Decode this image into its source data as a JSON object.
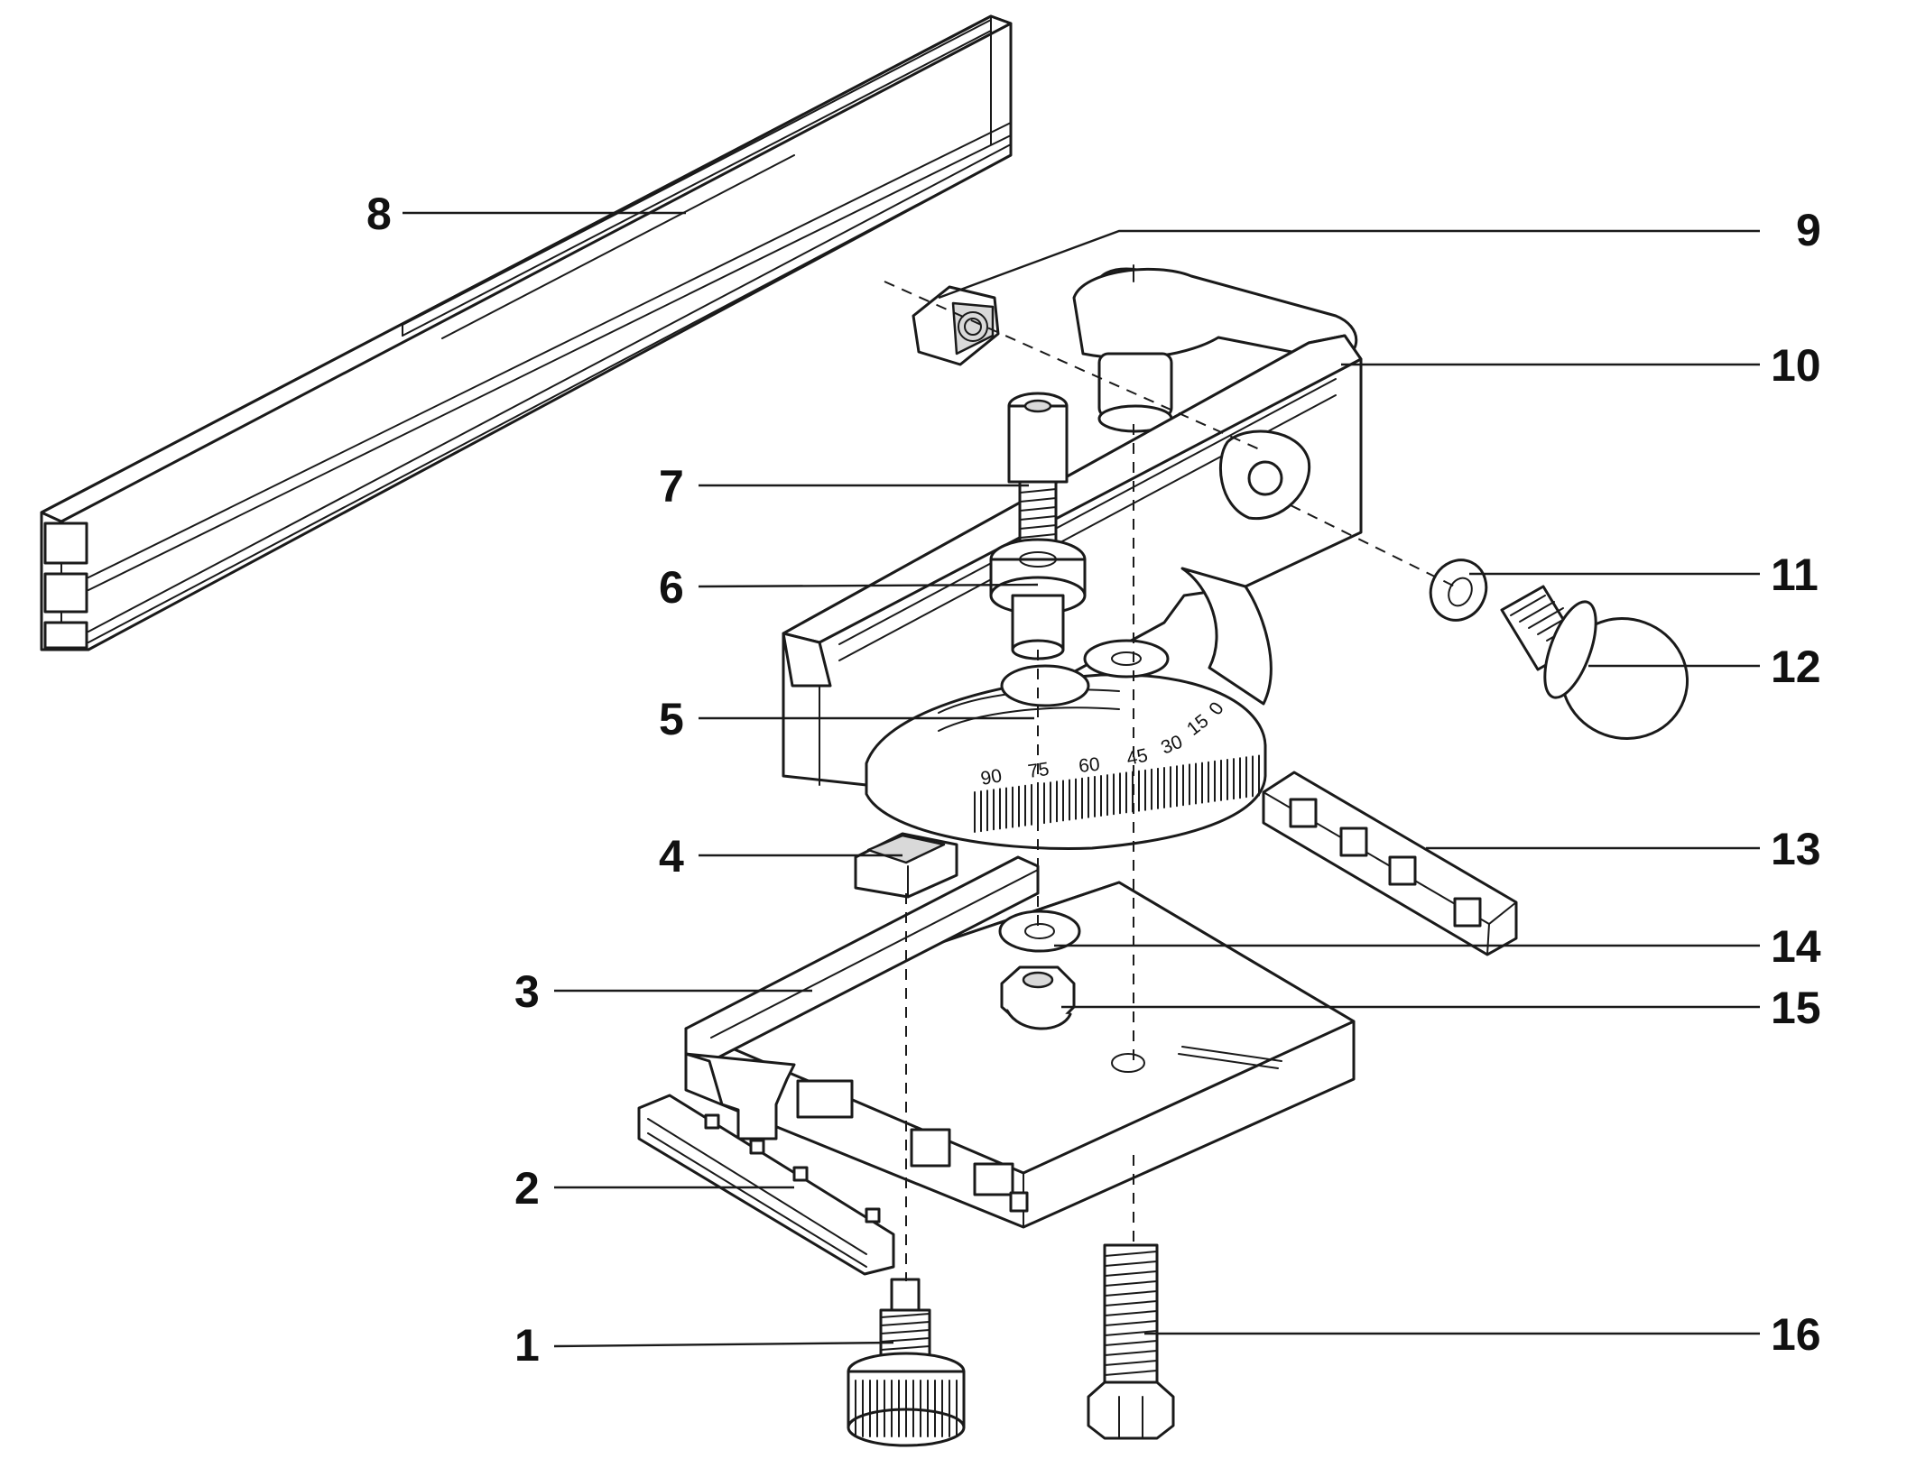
{
  "callouts": [
    {
      "id": "c1",
      "label": "1"
    },
    {
      "id": "c2",
      "label": "2"
    },
    {
      "id": "c3",
      "label": "3"
    },
    {
      "id": "c4",
      "label": "4"
    },
    {
      "id": "c5",
      "label": "5"
    },
    {
      "id": "c6",
      "label": "6"
    },
    {
      "id": "c7",
      "label": "7"
    },
    {
      "id": "c8",
      "label": "8"
    },
    {
      "id": "c9",
      "label": "9"
    },
    {
      "id": "c10",
      "label": "10"
    },
    {
      "id": "c11",
      "label": "11"
    },
    {
      "id": "c12",
      "label": "12"
    },
    {
      "id": "c13",
      "label": "13"
    },
    {
      "id": "c14",
      "label": "14"
    },
    {
      "id": "c15",
      "label": "15"
    },
    {
      "id": "c16",
      "label": "16"
    }
  ],
  "scale_marks": [
    "90",
    "75",
    "60",
    "45",
    "30",
    "15",
    "0"
  ]
}
